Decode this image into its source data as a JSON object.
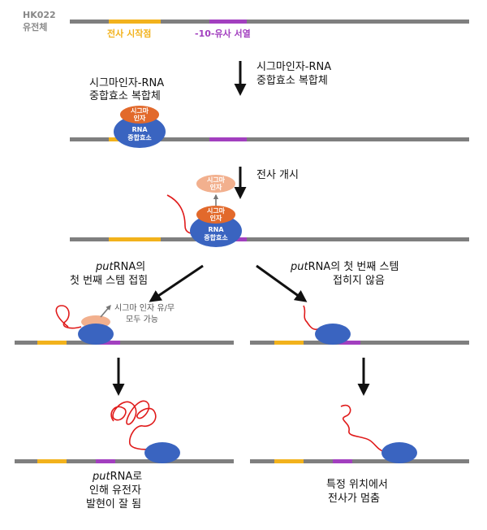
{
  "genome_label": {
    "line1": "HK022",
    "line2": "유전체"
  },
  "promoter_label": "전사 시작점",
  "minus10_label": "-10-유사 서열",
  "step1": {
    "line1": "시그마인자-RNA",
    "line2": "중합효소 복합체"
  },
  "complex_label": {
    "line1": "시그마인자-RNA",
    "line2": "중합효소 복합체"
  },
  "sigma_label": {
    "line1": "시그마",
    "line2": "인자"
  },
  "rnap_label": {
    "line1": "RNA",
    "line2": "중합효소"
  },
  "step2": "전사 개시",
  "left_branch": {
    "italic": "put",
    "rest": "RNA의",
    "line2": "첫 번째 스템 접힘"
  },
  "right_branch": {
    "italic": "put",
    "rest": "RNA의 첫 번째 스템",
    "line2": "접히지 않음"
  },
  "sigma_note": {
    "line1": "시그마 인자 유/무",
    "line2": "모두 가능"
  },
  "left_result": {
    "italic": "put",
    "rest": "RNA로",
    "line2": "인해 유전자",
    "line3": "발현이 잘 됨"
  },
  "right_result": {
    "line1": "특정 위치에서",
    "line2": "전사가 멈춤"
  },
  "colors": {
    "dna": "#7f7f7f",
    "promoter": "#f2b21c",
    "minus10": "#a23fbf",
    "rnap": "#3a64c0",
    "sigma": "#e2692b",
    "sigma_released": "#f2b08e",
    "rna": "#e01b1b"
  }
}
